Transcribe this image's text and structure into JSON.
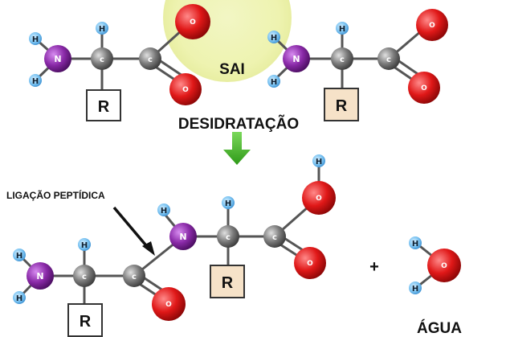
{
  "labels": {
    "sai": "SAI",
    "desidratacao": "DESIDRATAÇÃO",
    "ligacao": "LIGAÇÃO PEPTÍDICA",
    "agua": "ÁGUA",
    "plus": "+"
  },
  "atoms": {
    "H": "H",
    "N": "N",
    "C": "c",
    "O": "O",
    "R": "R"
  },
  "colors": {
    "hydrogen": "#4aa8e8",
    "nitrogen": "#8a2aa8",
    "carbon": "#7a7a7a",
    "oxygen": "#e01818",
    "highlight": "#eef3b0",
    "arrow": "#44b82a",
    "r_box_plain": "#ffffff",
    "r_box_tinted": "#f6e2c8"
  }
}
